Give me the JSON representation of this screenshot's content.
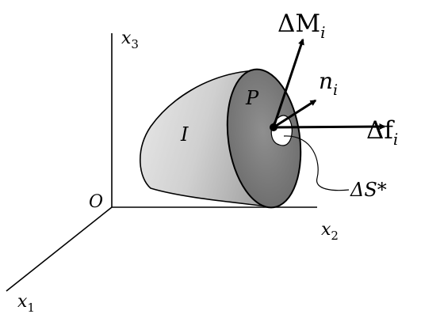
{
  "labels": {
    "origin": "O",
    "x1": "x",
    "x1_sub": "1",
    "x2": "x",
    "x2_sub": "2",
    "x3": "x",
    "x3_sub": "3",
    "region_i": "I",
    "region_p": "P",
    "delta_m": "ΔM",
    "delta_m_sub": "i",
    "normal": "n",
    "normal_sub": "i",
    "delta_f": "Δf",
    "delta_f_sub": "i",
    "delta_s": "ΔS*"
  }
}
